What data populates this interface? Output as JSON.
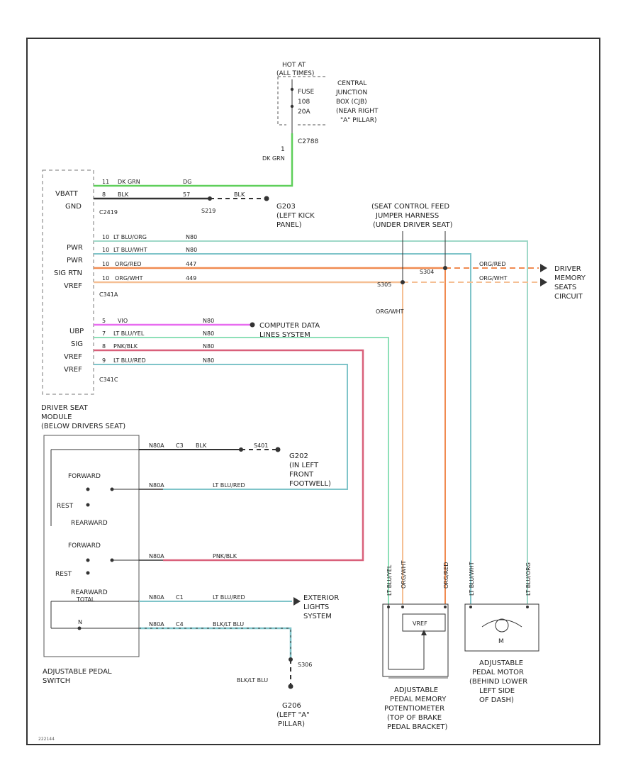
{
  "fuse_box": {
    "hot_at": "HOT AT",
    "panel": "(ALL TIMES)",
    "fuse_label": "FUSE",
    "fuse_number": "108",
    "fuse_amps": "20A",
    "connector": "C2788",
    "pin": "1",
    "location": [
      "CENTRAL",
      "JUNCTION",
      "BOX (CJB)",
      "(NEAR RIGHT",
      "\"A\" PILLAR)"
    ]
  },
  "dsm_connector": {
    "pins": [
      "VBATT",
      "GND",
      "PWR",
      "PWR",
      "SIG RTN",
      "VREF",
      "UBP",
      "SIG",
      "VREF",
      "VREF"
    ],
    "c2419": "C2419",
    "c341a": "C341A",
    "c341c": "C341C"
  },
  "wires": {
    "vbatt": {
      "pin": "11",
      "color": "DK GRN",
      "circuit": "DG"
    },
    "gnd": {
      "pin": "8",
      "color": "BLK",
      "circuit": "57"
    },
    "pwr1": {
      "pin": "10",
      "color": "LT BLU/ORG",
      "circuit": "N80"
    },
    "pwr2": {
      "pin": "10",
      "color": "LT BLU/WHT",
      "circuit": "N80"
    },
    "sigrtn": {
      "pin": "10",
      "color": "ORG/RED",
      "circuit": "447"
    },
    "vref": {
      "pin": "10",
      "color": "ORG/WHT",
      "circuit": "449"
    },
    "ubp": {
      "pin": "5",
      "color": "VIO",
      "circuit": "N80"
    },
    "sig": {
      "pin": "7",
      "color": "LT BLU/YEL",
      "circuit": "N80"
    },
    "vref2": {
      "pin": "8",
      "color": "PNK/BLK",
      "circuit": "N80"
    },
    "vref3": {
      "pin": "9",
      "color": "LT BLU/RED",
      "circuit": "N80"
    }
  },
  "ground1": {
    "splice": "S219",
    "color": "BLK",
    "name": "G203",
    "location": [
      "(LEFT KICK",
      "PANEL)"
    ]
  },
  "seat_harness": {
    "title": [
      "(SEAT CONTROL FEED",
      "JUMPER HARNESS",
      "(UNDER DRIVER SEAT)"
    ],
    "splice1": "S304",
    "splice2": "S305",
    "wire_label": "ORG/WHT"
  },
  "memory": {
    "wire1": "ORG/RED",
    "wire2": "ORG/WHT",
    "destination": [
      "DRIVER",
      "MEMORY",
      "SEATS",
      "CIRCUIT"
    ]
  },
  "computer_data": {
    "name": [
      "COMPUTER DATA",
      "LINES SYSTEM"
    ]
  },
  "dsm_module": {
    "title": [
      "DRIVER SEAT",
      "MODULE",
      "(BELOW DRIVERS SEAT)"
    ]
  },
  "pedal_switch": {
    "name": [
      "ADJUSTABLE PEDAL",
      "SWITCH"
    ],
    "forward1": "FORWARD",
    "rest1": "REST",
    "rearward1": "REARWARD",
    "forward2": "FORWARD",
    "rest2": "REST",
    "rearward2": "REARWARD",
    "total": "TOTAL",
    "n_label": "N",
    "conn": "N80A",
    "gnd_pin": "C3",
    "gnd_wire": "BLK",
    "pin_c1": "C1",
    "pin_c4": "C4",
    "wire_fwd": "LT BLU/RED",
    "wire_rear": "PNK/BLK",
    "wire_ext": "LT BLU/RED",
    "wire_bottom": "BLK/LT BLU"
  },
  "ground2": {
    "splice": "S401",
    "name": "G202",
    "location": [
      "(IN LEFT",
      "FRONT",
      "FOOTWELL)"
    ]
  },
  "exterior": {
    "name": [
      "EXTERIOR",
      "LIGHTS",
      "SYSTEM"
    ]
  },
  "ground3": {
    "splice": "S306",
    "color": "BLK/LT BLU",
    "name": "G206",
    "location": [
      "(LEFT \"A\"",
      "PILLAR)"
    ]
  },
  "vertical_wires": [
    "LT BLU/YEL",
    "ORG/WHT",
    "ORG/RED",
    "LT BLU/WHT",
    "LT BLU/ORG"
  ],
  "potentiometer": {
    "box_label": "VREF",
    "name": [
      "ADJUSTABLE",
      "PEDAL MEMORY",
      "POTENTIOMETER",
      "(TOP OF BRAKE",
      "PEDAL BRACKET)"
    ]
  },
  "motor": {
    "symbol": "M",
    "name": [
      "ADJUSTABLE",
      "PEDAL MOTOR",
      "(BEHIND LOWER",
      "LEFT SIDE",
      "OF DASH)"
    ]
  },
  "ref_code": "222144",
  "colors": {
    "dk_grn": "#5fcf5a",
    "blk": "#333333",
    "lt_blu_org": "#9fd8c8",
    "lt_blu_wht": "#7fc4c9",
    "org_red": "#f08a50",
    "org_wht": "#f5bf94",
    "vio": "#e86cf0",
    "lt_blu_yel": "#8ee0b8",
    "pnk_blk": "#d9607a",
    "lt_blu_red": "#7fc4c9"
  }
}
